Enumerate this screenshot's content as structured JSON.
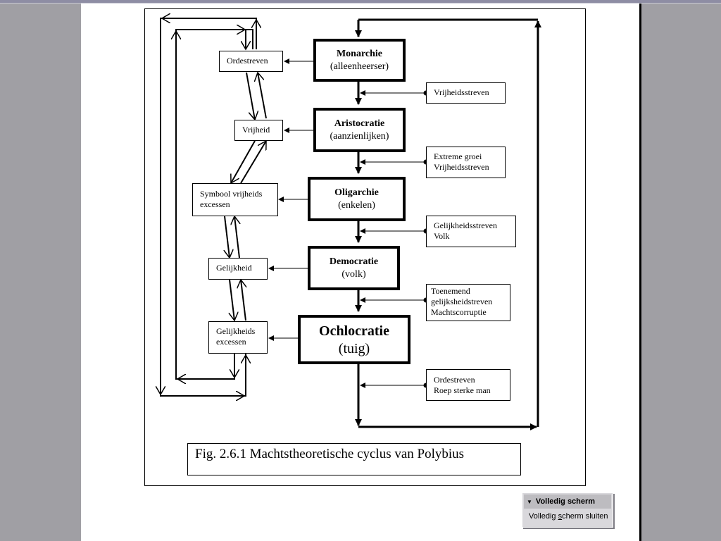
{
  "diagram": {
    "states": [
      {
        "title": "Monarchie",
        "subtitle": "(alleenheerser)"
      },
      {
        "title": "Aristocratie",
        "subtitle": "(aanzienlijken)"
      },
      {
        "title": "Oligarchie",
        "subtitle": "(enkelen)"
      },
      {
        "title": "Democratie",
        "subtitle": "(volk)"
      },
      {
        "title": "Ochlocratie",
        "subtitle": "(tuig)"
      }
    ],
    "drivers": [
      {
        "lines": [
          "Vrijheidsstreven"
        ]
      },
      {
        "lines": [
          "Extreme groei",
          "Vrijheidsstreven"
        ]
      },
      {
        "lines": [
          "Gelijkheidsstreven",
          "Volk"
        ]
      },
      {
        "lines": [
          "Toenemend",
          "gelijksheidstreven",
          "Machtscorruptie"
        ]
      },
      {
        "lines": [
          "Ordestreven",
          "Roep sterke man"
        ]
      }
    ],
    "symbols": [
      {
        "lines": [
          "Ordestreven"
        ]
      },
      {
        "lines": [
          "Vrijheid"
        ]
      },
      {
        "lines": [
          "Symbool vrijheids",
          "excessen"
        ]
      },
      {
        "lines": [
          "Gelijkheid"
        ]
      },
      {
        "lines": [
          "Gelijkheids",
          "excessen"
        ]
      }
    ],
    "caption": "Fig. 2.6.1 Machtstheoretische cyclus van Polybius"
  },
  "fullscreen_toolbar": {
    "title": "Volledig scherm",
    "close_label_pre": "Volledig ",
    "close_label_accel": "s",
    "close_label_post": "cherm sluiten"
  }
}
